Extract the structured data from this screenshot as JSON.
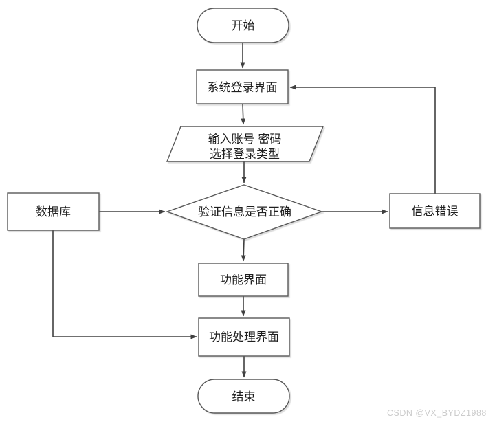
{
  "diagram": {
    "type": "flowchart",
    "background": "#ffffff",
    "colors": {
      "shape_fill": "#ffffff",
      "shape_stroke": "#595959",
      "edge_stroke": "#404040",
      "text": "#1f1f1f",
      "shadow": "#d9d9d9",
      "watermark_text_color": "#cccccc"
    },
    "nodes": [
      {
        "id": "start",
        "shape": "stadium",
        "label": "开始"
      },
      {
        "id": "login-screen",
        "shape": "rectangle",
        "label": "系统登录界面"
      },
      {
        "id": "input-credentials",
        "shape": "parallelogram",
        "label_lines": [
          "输入账号 密码",
          "选择登录类型"
        ]
      },
      {
        "id": "verify-decision",
        "shape": "diamond",
        "label": "验证信息是否正确"
      },
      {
        "id": "database",
        "shape": "rectangle",
        "label": "数据库"
      },
      {
        "id": "info-error",
        "shape": "rectangle",
        "label": "信息错误"
      },
      {
        "id": "function-screen",
        "shape": "rectangle",
        "label": "功能界面"
      },
      {
        "id": "function-process-screen",
        "shape": "rectangle",
        "label": "功能处理界面"
      },
      {
        "id": "end",
        "shape": "stadium",
        "label": "结束"
      }
    ],
    "edges": [
      {
        "from": "start",
        "to": "login-screen",
        "style": "arrow-down"
      },
      {
        "from": "login-screen",
        "to": "input-credentials",
        "style": "arrow-down"
      },
      {
        "from": "input-credentials",
        "to": "verify-decision",
        "style": "arrow-down"
      },
      {
        "from": "verify-decision",
        "to": "function-screen",
        "style": "arrow-down"
      },
      {
        "from": "verify-decision",
        "to": "info-error",
        "style": "arrow-right"
      },
      {
        "from": "info-error",
        "to": "login-screen",
        "style": "elbow-up-left"
      },
      {
        "from": "database",
        "to": "verify-decision",
        "style": "arrow-right"
      },
      {
        "from": "database",
        "to": "function-process-screen",
        "style": "elbow-down-right"
      },
      {
        "from": "function-screen",
        "to": "function-process-screen",
        "style": "arrow-down"
      },
      {
        "from": "function-process-screen",
        "to": "end",
        "style": "arrow-down"
      }
    ],
    "watermark": "CSDN @VX_BYDZ1988"
  }
}
